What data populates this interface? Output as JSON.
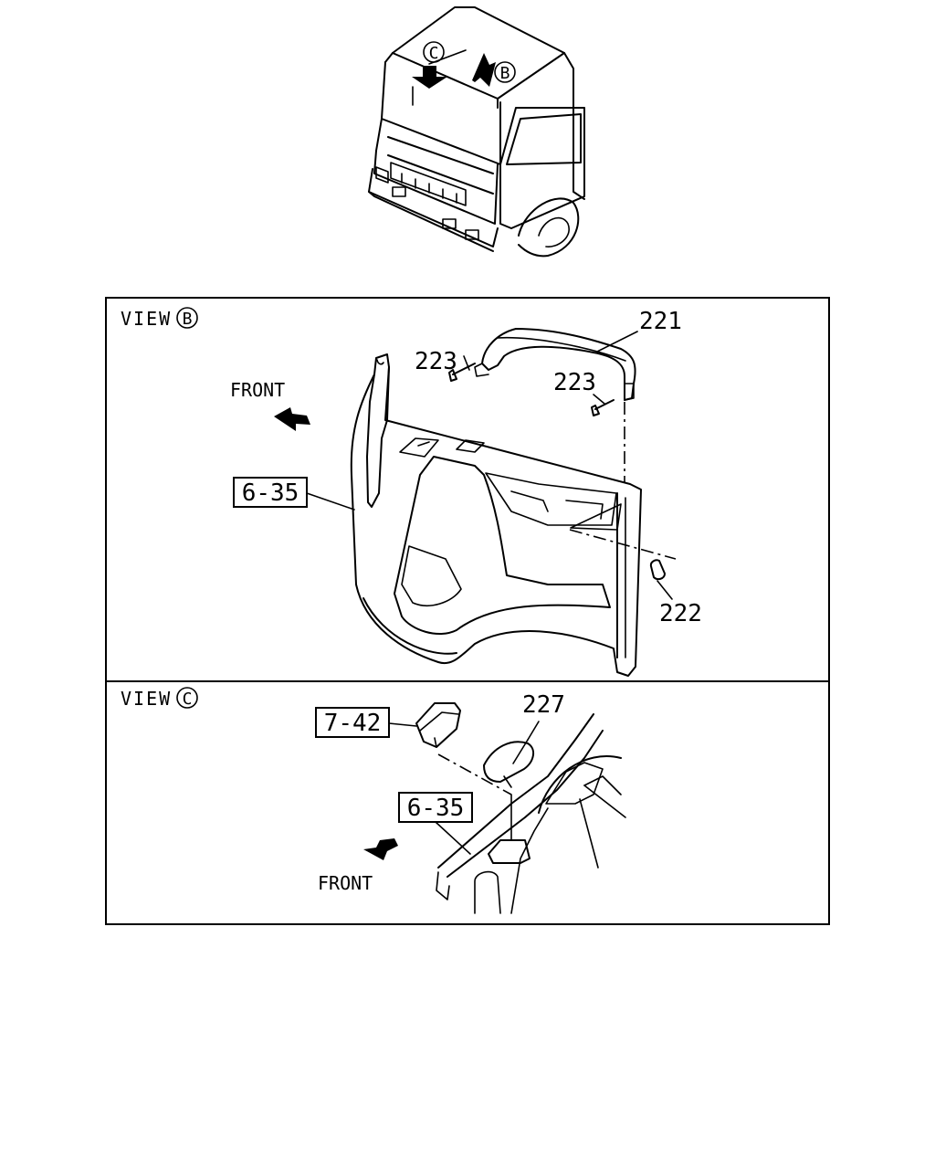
{
  "truck": {
    "marker_c": "C",
    "marker_b": "B"
  },
  "view_b": {
    "title": "VIEW",
    "circle": "B",
    "front_label": "FRONT",
    "ref_6_35": "6-35",
    "part_221": "221",
    "part_223_a": "223",
    "part_223_b": "223",
    "part_222": "222"
  },
  "view_c": {
    "title": "VIEW",
    "circle": "C",
    "front_label": "FRONT",
    "ref_7_42": "7-42",
    "ref_6_35": "6-35",
    "part_227": "227"
  }
}
